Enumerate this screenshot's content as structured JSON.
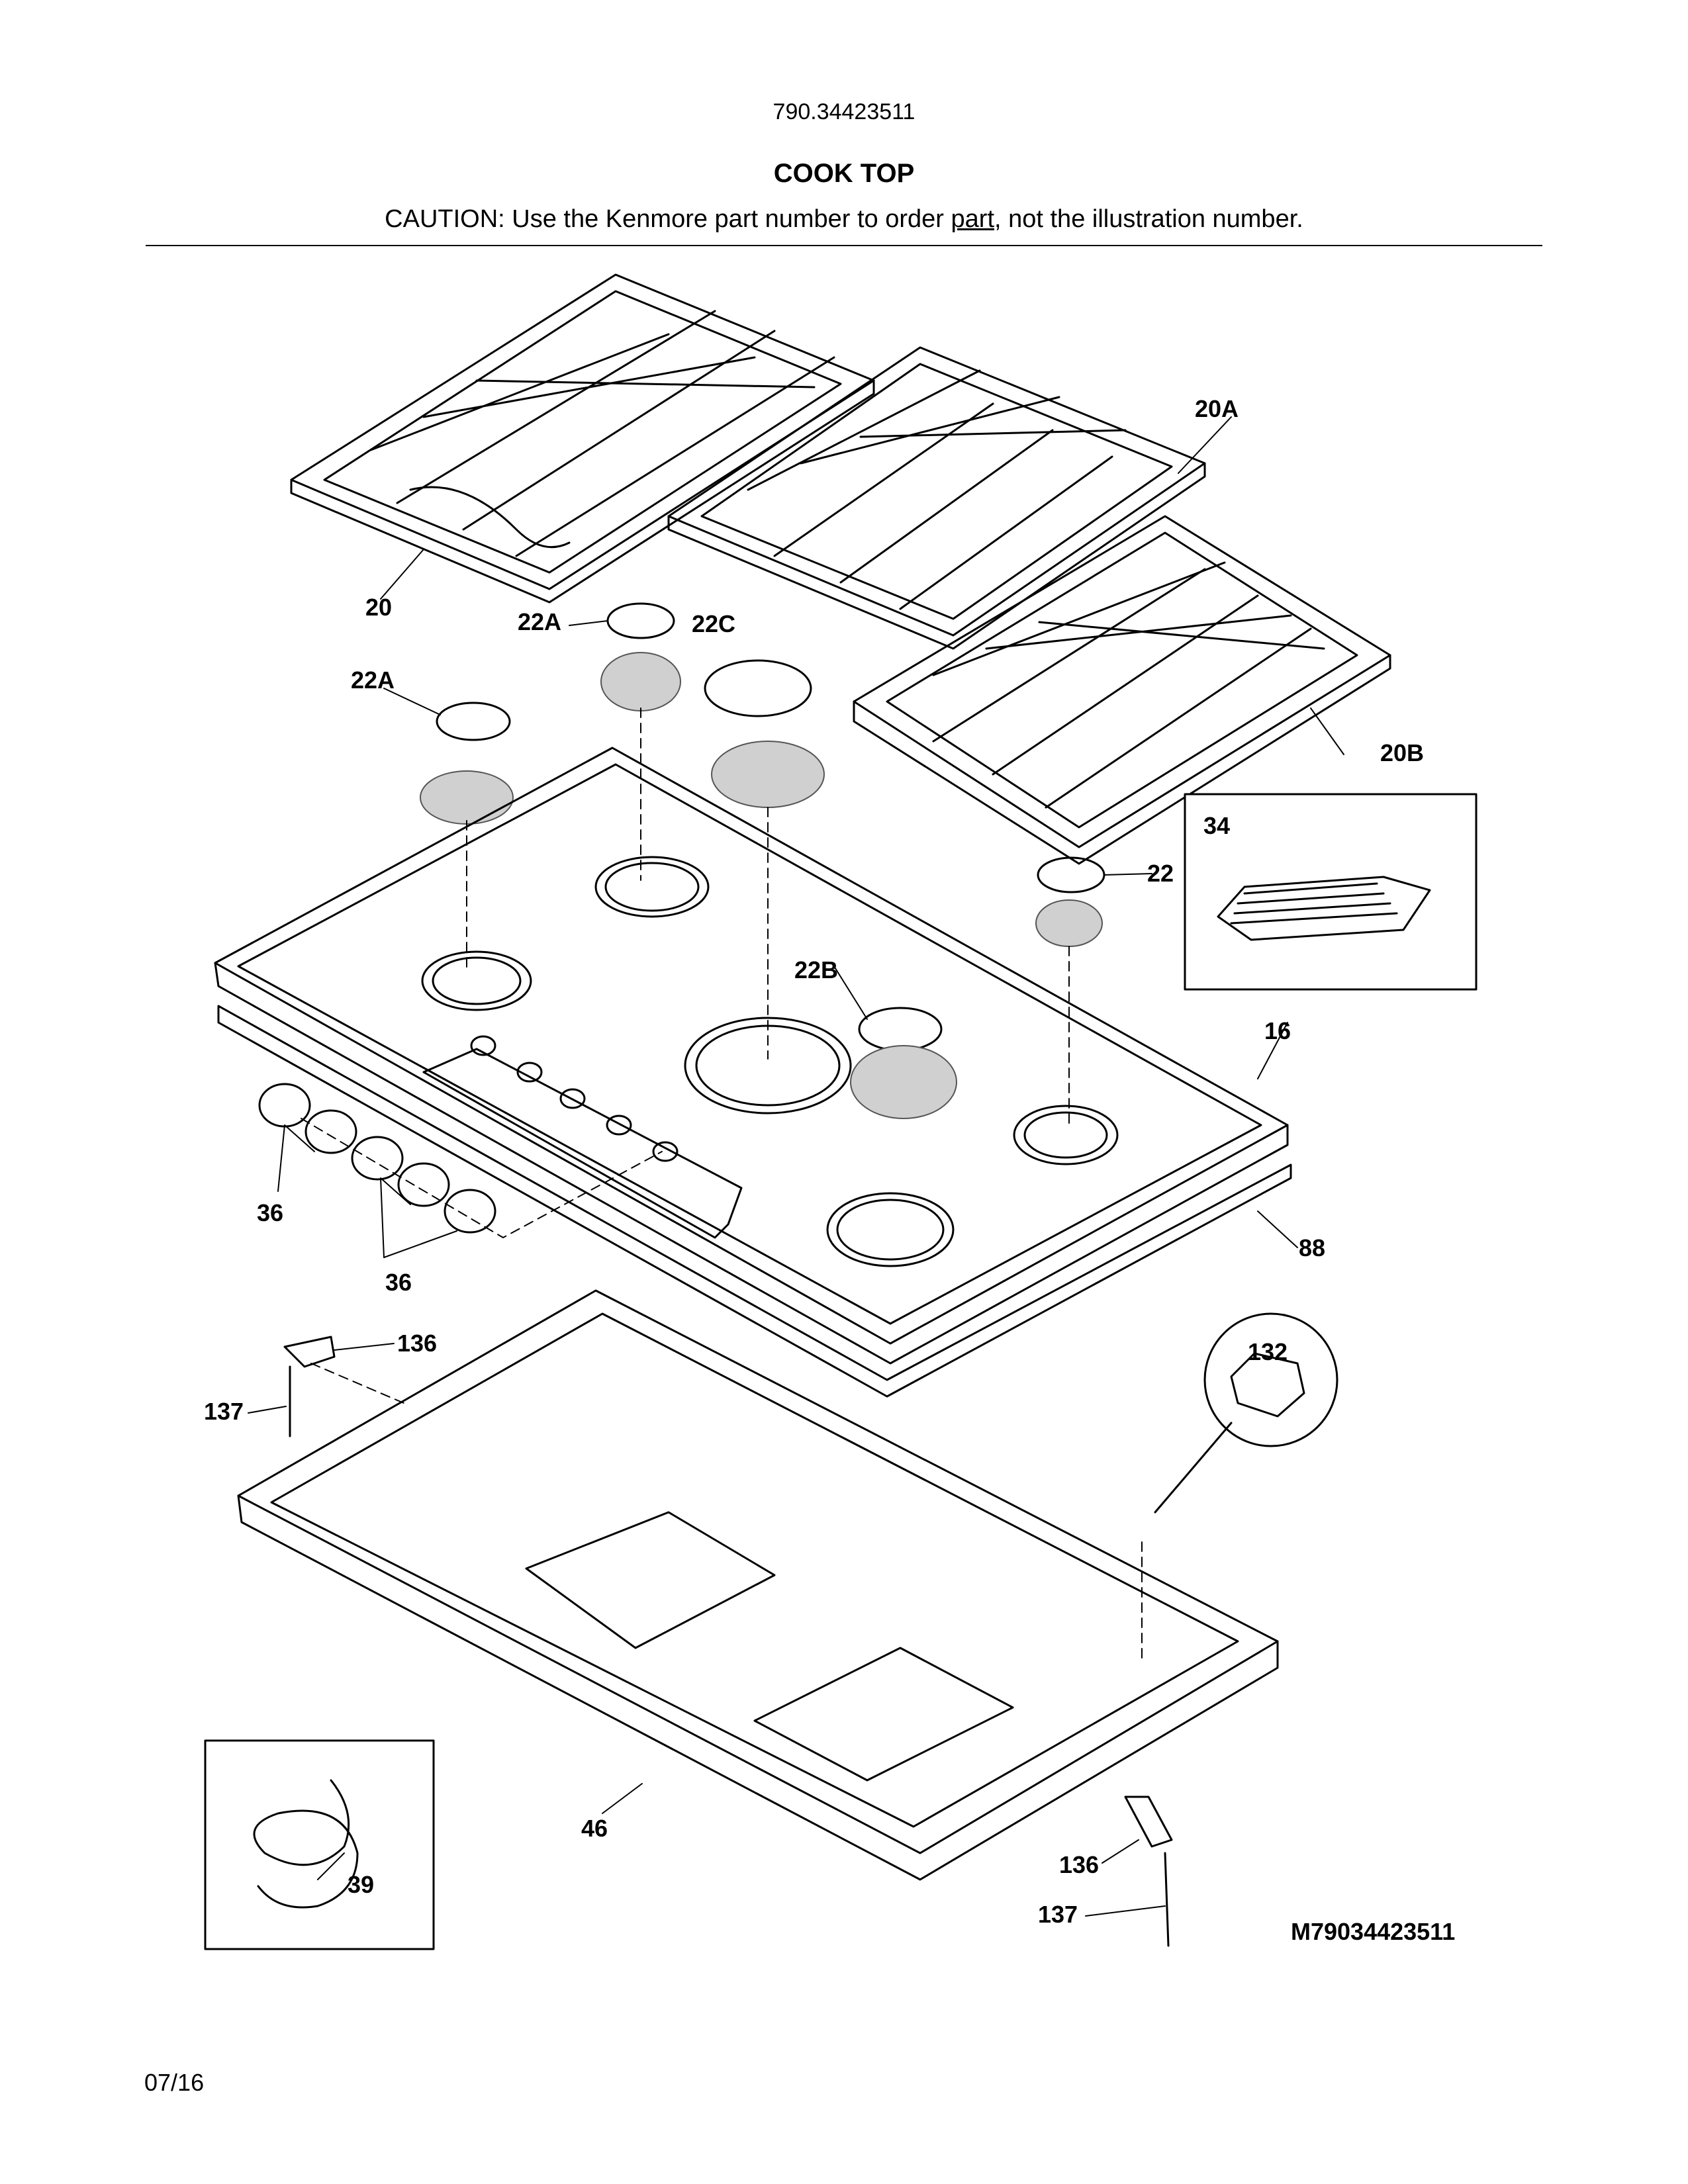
{
  "header": {
    "model_number": "790.34423511",
    "title": "COOK TOP",
    "caution_prefix": "CAUTION: Use the Kenmore part number to order ",
    "caution_link": "part",
    "caution_suffix": ", not the illustration number."
  },
  "callouts": {
    "grate_left": "20",
    "grate_mid": "20A",
    "grate_right": "20B",
    "cap_a1": "22A",
    "cap_a2": "22A",
    "cap_c": "22C",
    "cap_b": "22B",
    "cap_small": "22",
    "griddle": "34",
    "cooktop": "16",
    "gasket": "88",
    "knobs_1": "36",
    "knobs_2": "36",
    "bracket_top": "136",
    "screw_top": "137",
    "bracket_bottom": "136",
    "screw_bottom": "137",
    "clip": "132",
    "burner_box": "46",
    "power_cord": "39"
  },
  "footer": {
    "diagram_id": "M79034423511",
    "date": "07/16"
  }
}
